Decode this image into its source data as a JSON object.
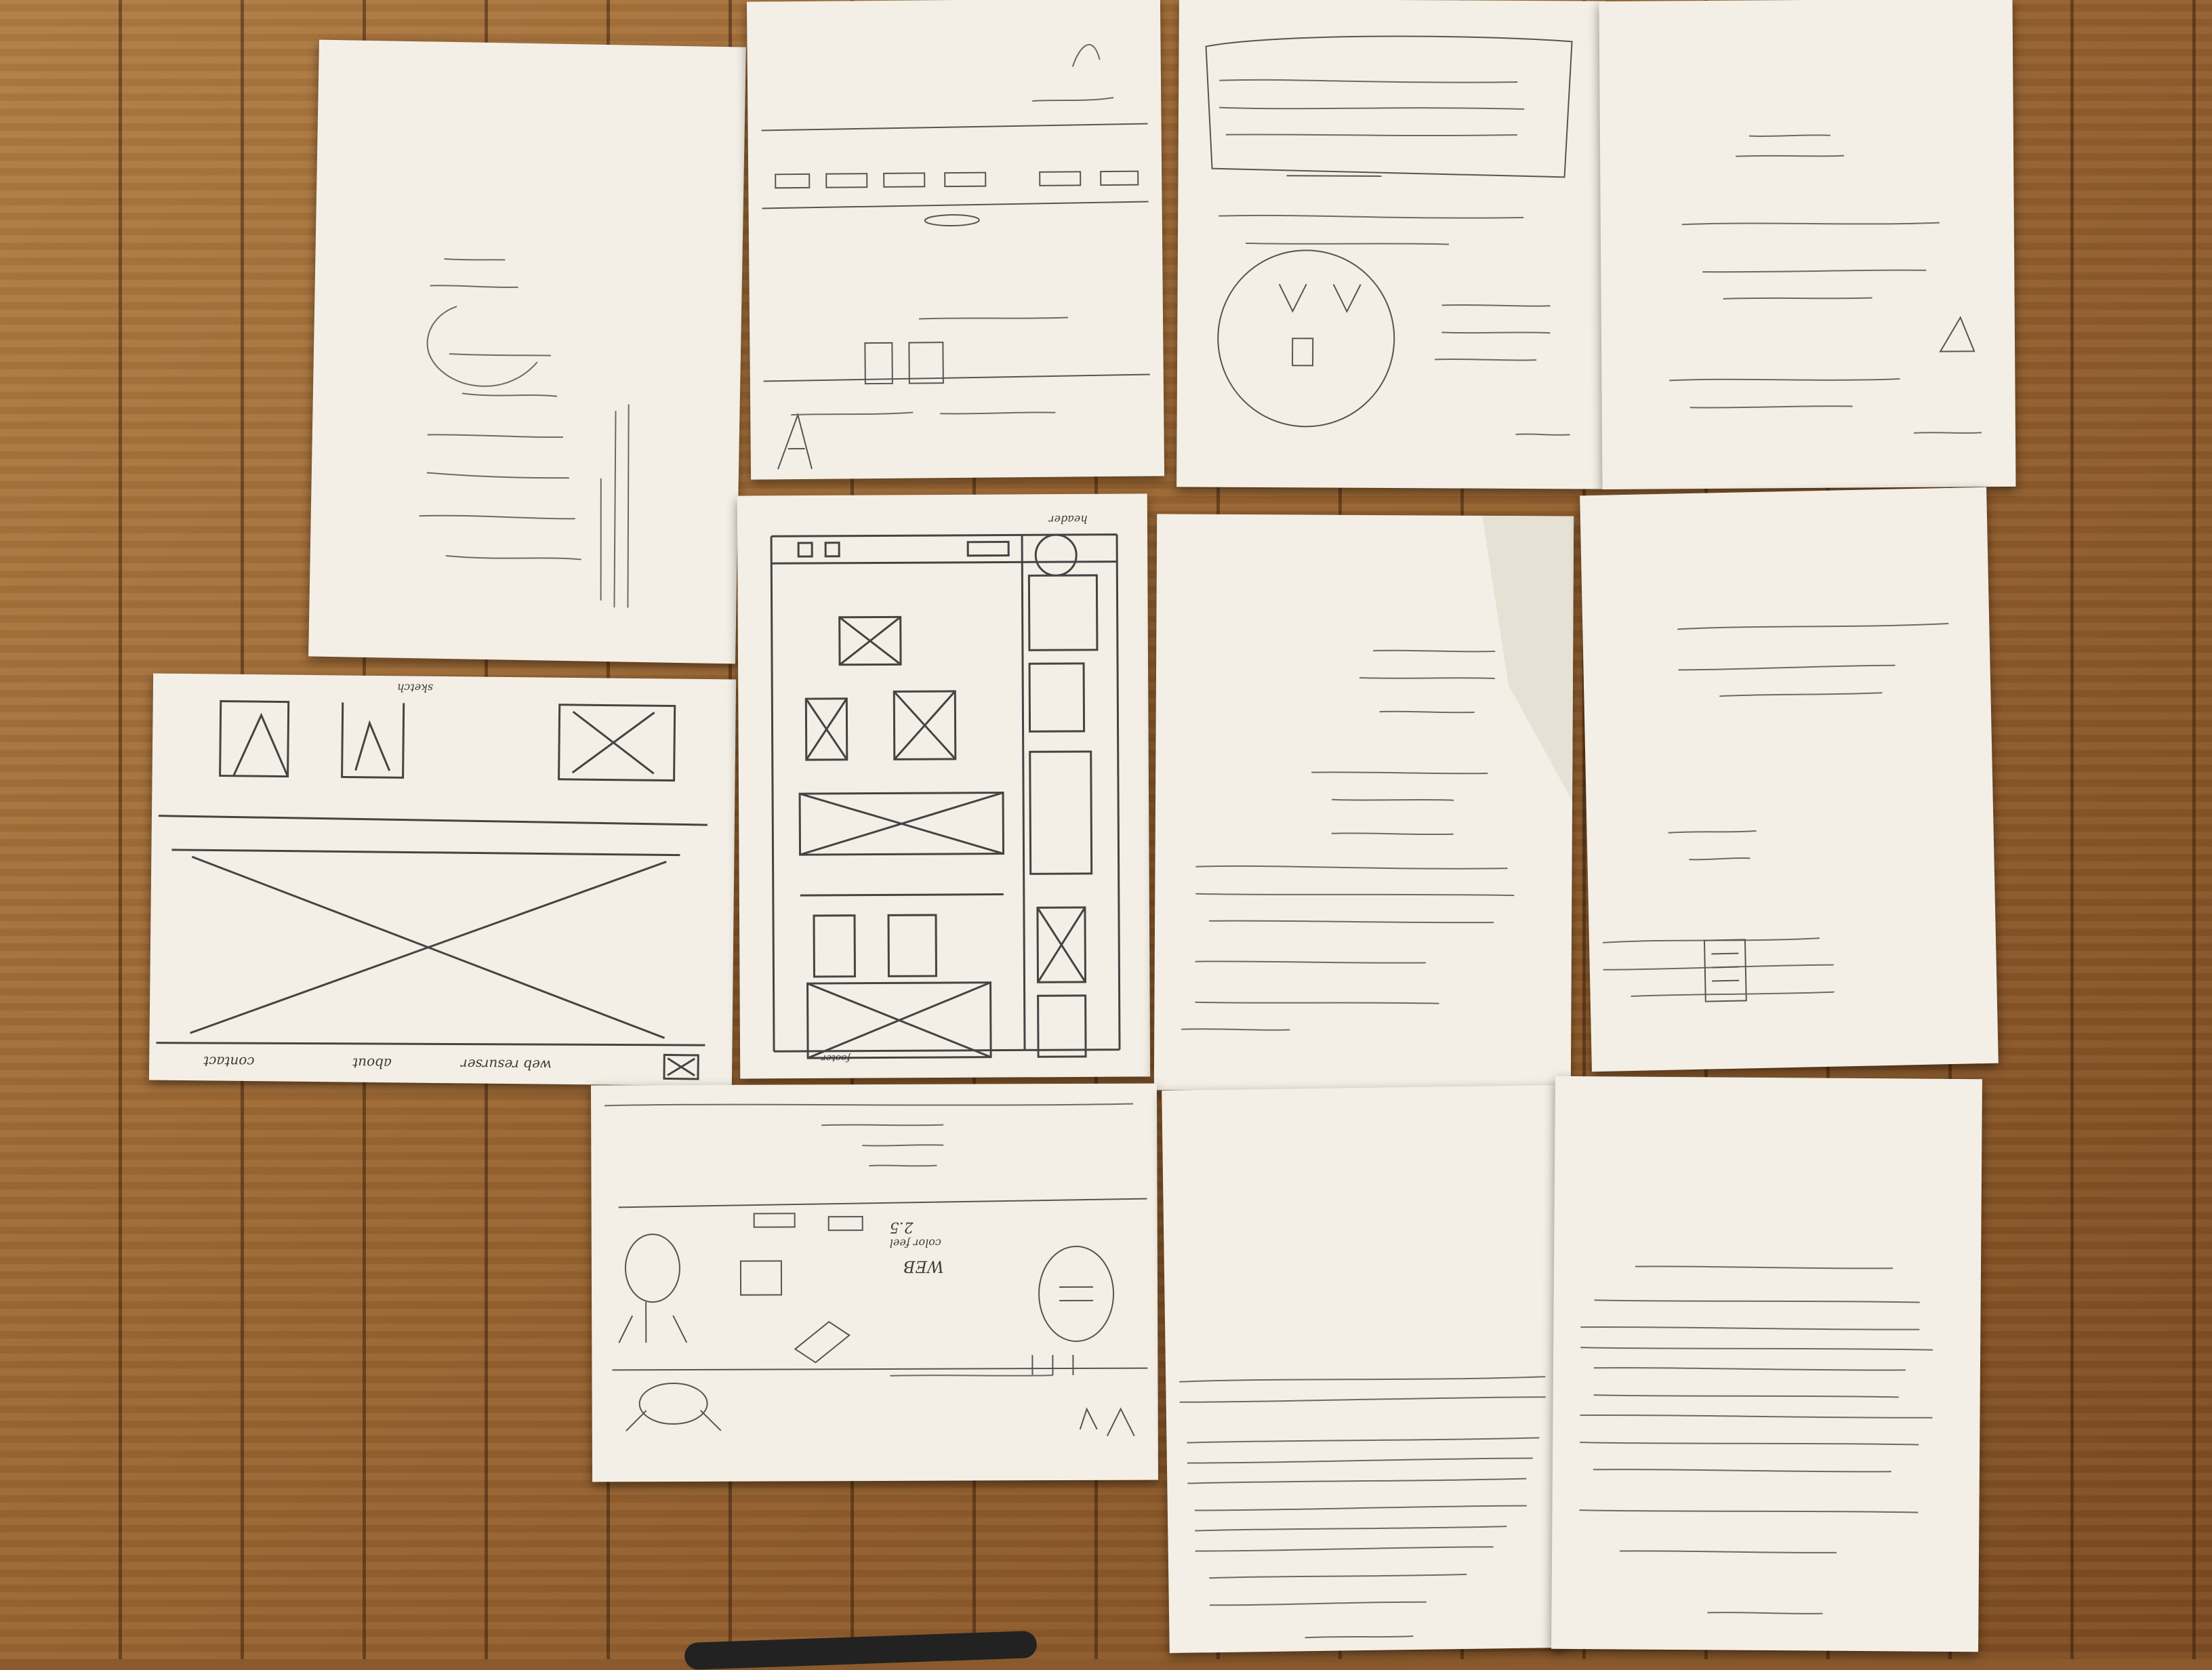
{
  "photo": {
    "surface": "wooden floor",
    "colors": {
      "paper": "#f3efe6",
      "ink": "#3b3b3b",
      "wood": "#9a6633"
    }
  },
  "sheets": {
    "wireframe_landscape": {
      "footer_links": [
        "web resurser",
        "about",
        "contact"
      ],
      "header_text": "sketch"
    },
    "wireframe_mobile": {
      "header_label": "header",
      "nav_text": "footer"
    },
    "character_sketch": {
      "caption": "WEB",
      "label_pill_1": "color feel",
      "label_pill_2": "2.5"
    }
  }
}
